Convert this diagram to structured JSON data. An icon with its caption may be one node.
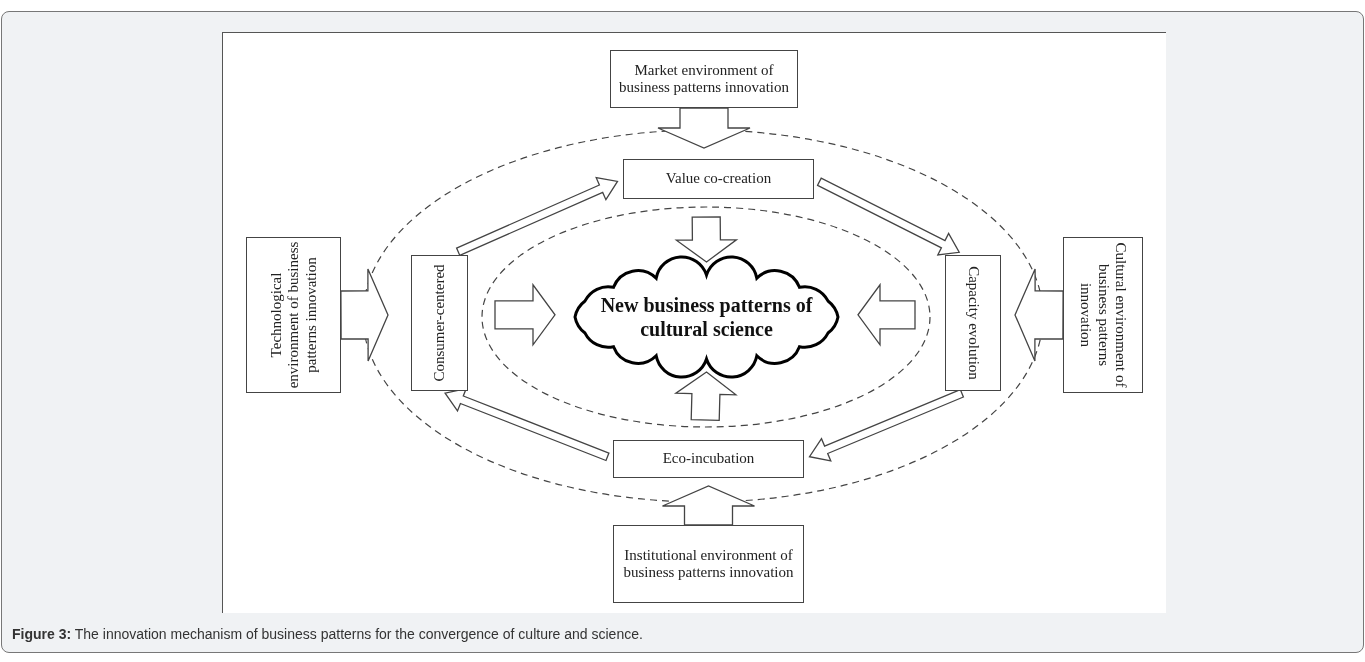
{
  "diagram": {
    "caption": "**Figure 3:** The innovation mechanism of business patterns for the convergence of culture and science.",
    "nodes": [
      {
        "text": [
          "Market environment of business patterns innovation"
        ]
      },
      {
        "text": [
          "Value co-creation"
        ]
      },
      {
        "text": [
          "Technological environment of business patterns innovation"
        ]
      },
      {
        "text": [
          "Consumer-centered"
        ]
      },
      {
        "text": [
          "New business patterns of cultural science"
        ]
      },
      {
        "text": [
          "Capacity evolution"
        ]
      },
      {
        "text": [
          "Cultural environment of business patterns innovation"
        ]
      },
      {
        "text": [
          "Eco-incubation"
        ]
      },
      {
        "text": [
          "Institutional environment of business patterns innovation"
        ]
      }
    ],
    "edges": [
      {
        "from": 0,
        "to": 1,
        "arrow": "to"
      },
      {
        "from": 2,
        "to": 3,
        "arrow": "to"
      },
      {
        "from": 6,
        "to": 5,
        "arrow": "to"
      },
      {
        "from": 8,
        "to": 7,
        "arrow": "to"
      },
      {
        "from": 1,
        "to": 4,
        "arrow": "to"
      },
      {
        "from": 3,
        "to": 4,
        "arrow": "to"
      },
      {
        "from": 5,
        "to": 4,
        "arrow": "to"
      },
      {
        "from": 7,
        "to": 4,
        "arrow": "to"
      },
      {
        "from": 3,
        "to": 1,
        "arrow": "to"
      },
      {
        "from": 1,
        "to": 5,
        "arrow": "to"
      },
      {
        "from": 5,
        "to": 7,
        "arrow": "to"
      },
      {
        "from": 7,
        "to": 3,
        "arrow": "to"
      }
    ]
  }
}
